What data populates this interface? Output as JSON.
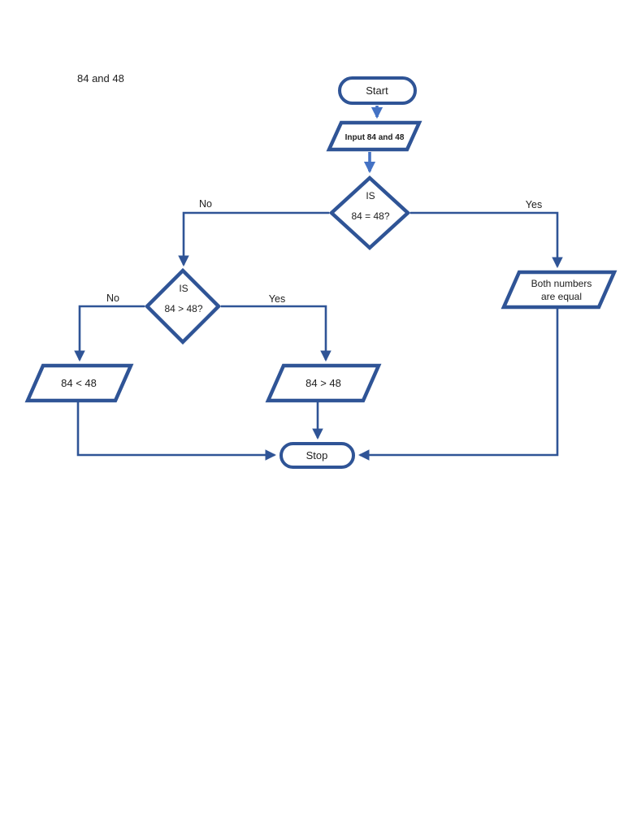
{
  "page": {
    "note": "84 and 48"
  },
  "colors": {
    "shape_border": "#2F5496",
    "connector": "#2F5496",
    "arrow_light": "#4472C4",
    "shape_fill": "#FFFFFF",
    "text": "#202020",
    "background": "#FFFFFF"
  },
  "flowchart": {
    "nodes": {
      "start": {
        "type": "terminator",
        "label": "Start"
      },
      "input": {
        "type": "parallelogram",
        "label": "Input 84 and 48"
      },
      "decision_equal": {
        "type": "decision",
        "line1": "IS",
        "line2": "84 = 48?"
      },
      "decision_greater": {
        "type": "decision",
        "line1": "IS",
        "line2": "84 > 48?"
      },
      "both_equal": {
        "type": "parallelogram",
        "line1": "Both numbers",
        "line2": "are equal"
      },
      "less": {
        "type": "parallelogram",
        "label": "84 < 48"
      },
      "greater": {
        "type": "parallelogram",
        "label": "84 > 48"
      },
      "stop": {
        "type": "terminator",
        "label": "Stop"
      }
    },
    "edges": {
      "equal_no": "No",
      "equal_yes": "Yes",
      "greater_no": "No",
      "greater_yes": "Yes"
    }
  }
}
